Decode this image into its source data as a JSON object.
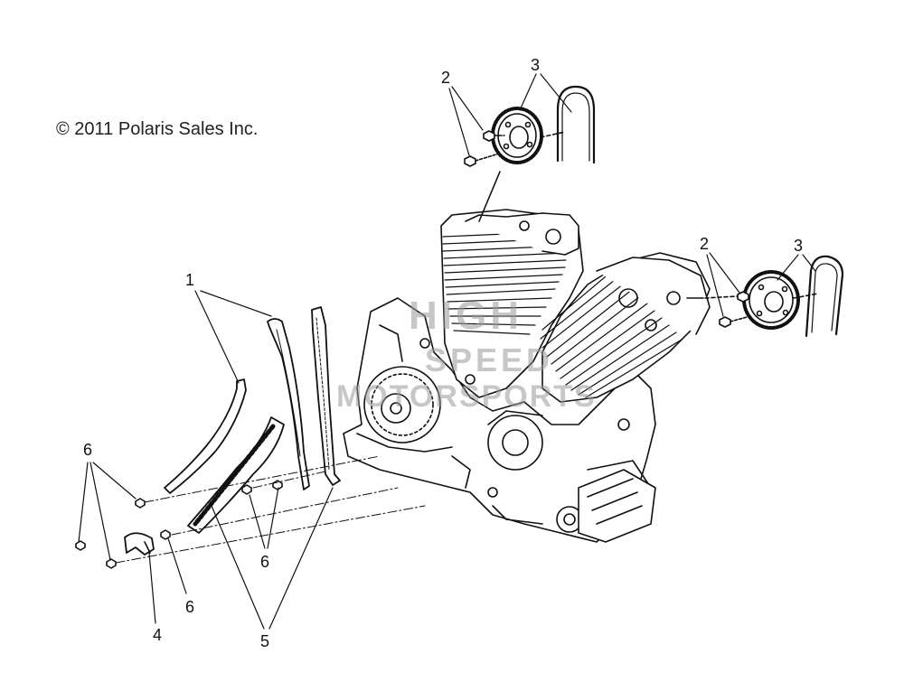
{
  "copyright": "© 2011 Polaris Sales Inc.",
  "watermark": [
    "HIGH",
    "SPEED",
    "MOTORSPORTS"
  ],
  "callouts": {
    "c1": "1",
    "c2_top": "2",
    "c3_top": "3",
    "c2_right": "2",
    "c3_right": "3",
    "c4": "4",
    "c5": "5",
    "c6_left": "6",
    "c6_mid": "6",
    "c6_bottom": "6"
  },
  "colors": {
    "line": "#111111",
    "fill": "#ffffff",
    "watermark": "#9a9a9a"
  }
}
